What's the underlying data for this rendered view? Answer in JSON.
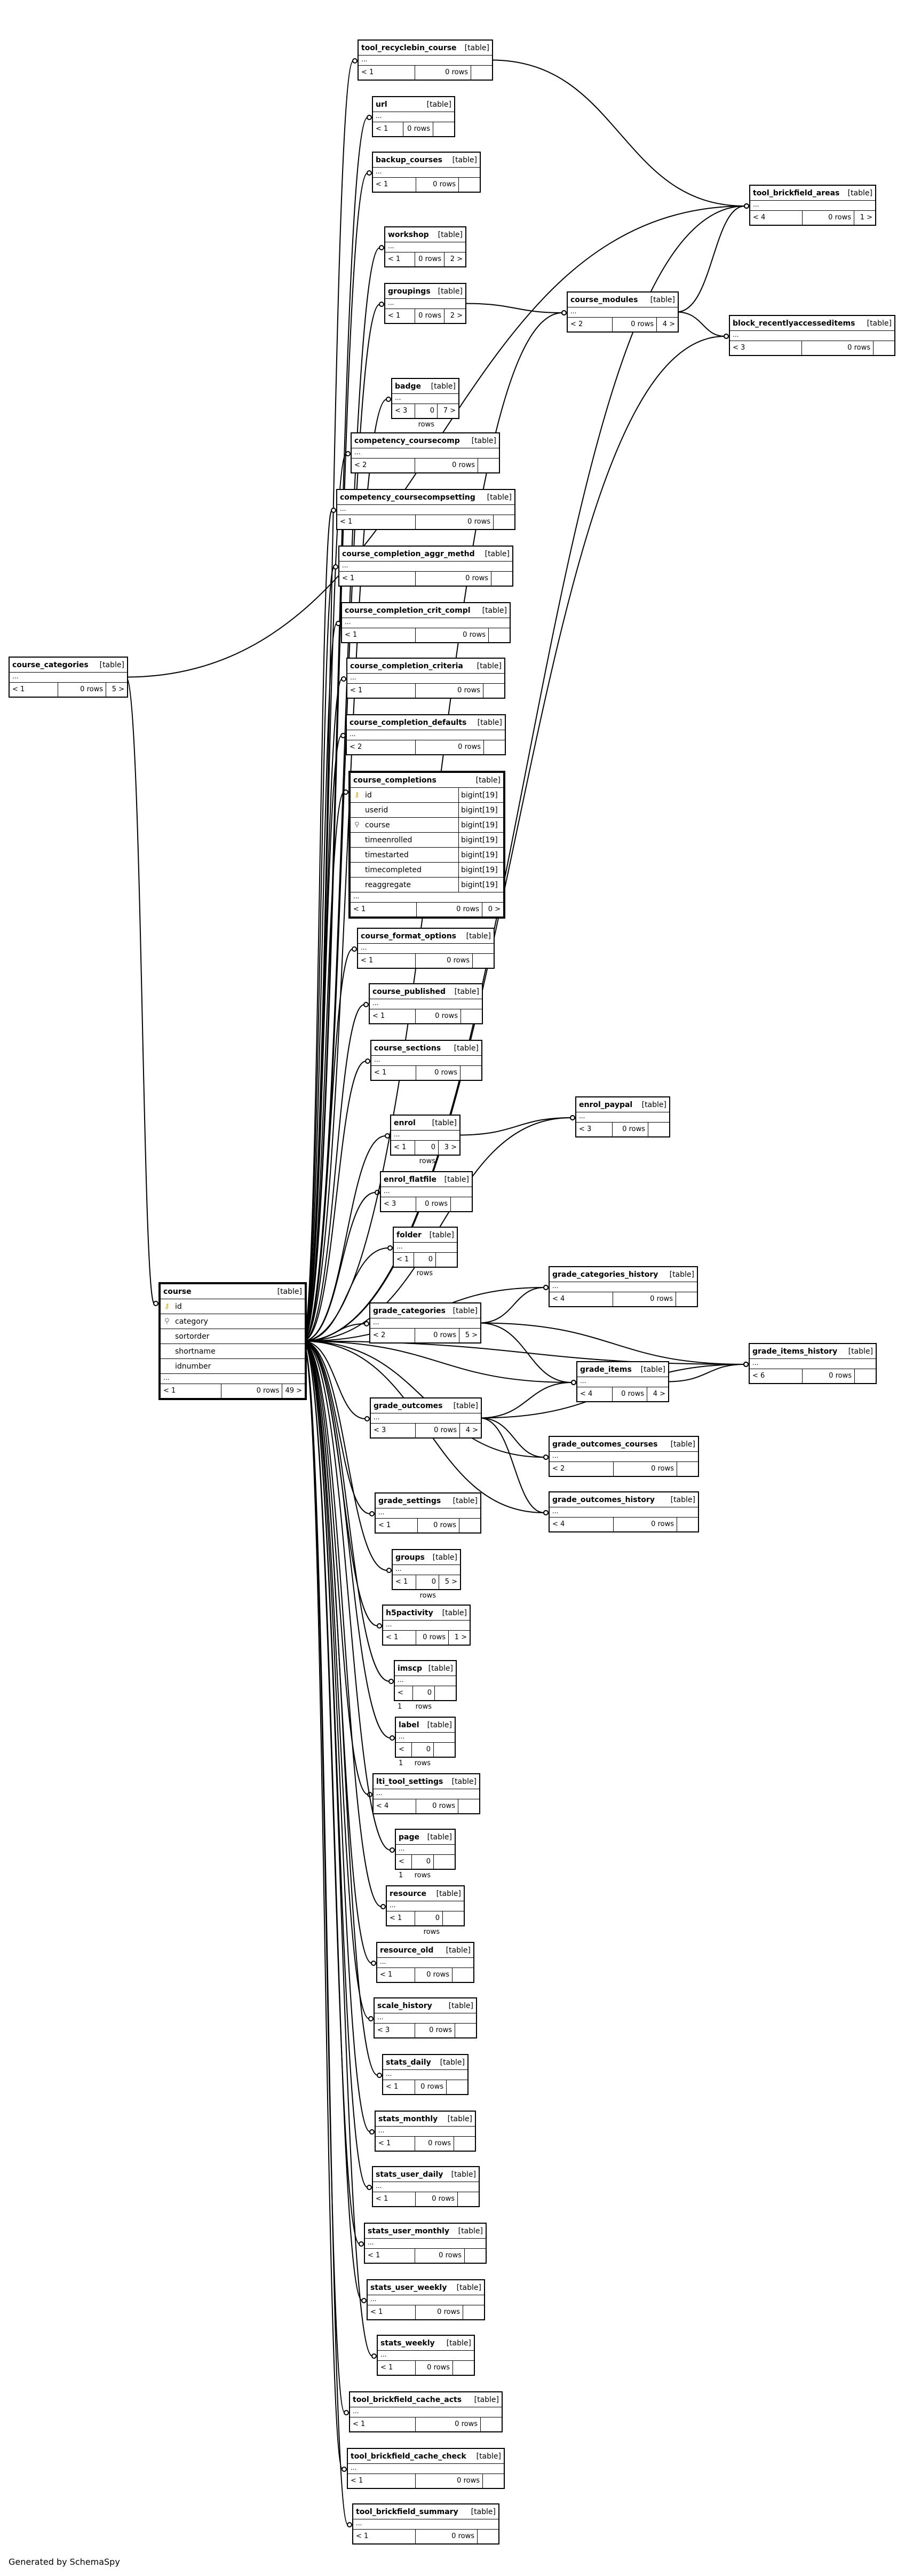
{
  "footer": "Generated by SchemaSpy",
  "table_kind": "[table]",
  "tables": [
    {
      "name": "tool_recyclebin_course",
      "rows": "0 rows",
      "left": "< 1",
      "right": ""
    },
    {
      "name": "url",
      "rows": "0 rows",
      "left": "< 1",
      "right": ""
    },
    {
      "name": "backup_courses",
      "rows": "0 rows",
      "left": "< 1",
      "right": ""
    },
    {
      "name": "tool_brickfield_areas",
      "rows": "0 rows",
      "left": "< 4",
      "right": "1 >"
    },
    {
      "name": "workshop",
      "rows": "0 rows",
      "left": "< 1",
      "right": "2 >"
    },
    {
      "name": "groupings",
      "rows": "0 rows",
      "left": "< 1",
      "right": "2 >"
    },
    {
      "name": "course_modules",
      "rows": "0 rows",
      "left": "< 2",
      "right": "4 >"
    },
    {
      "name": "block_recentlyaccesseditems",
      "rows": "0 rows",
      "left": "< 3",
      "right": ""
    },
    {
      "name": "badge",
      "rows": "0 rows",
      "left": "< 3",
      "right": "7 >"
    },
    {
      "name": "competency_coursecomp",
      "rows": "0 rows",
      "left": "< 2",
      "right": ""
    },
    {
      "name": "competency_coursecompsetting",
      "rows": "0 rows",
      "left": "< 1",
      "right": ""
    },
    {
      "name": "course_completion_aggr_methd",
      "rows": "0 rows",
      "left": "< 1",
      "right": ""
    },
    {
      "name": "course_completion_crit_compl",
      "rows": "0 rows",
      "left": "< 1",
      "right": ""
    },
    {
      "name": "course_categories",
      "rows": "0 rows",
      "left": "< 1",
      "right": "5 >"
    },
    {
      "name": "course_completion_criteria",
      "rows": "0 rows",
      "left": "< 1",
      "right": ""
    },
    {
      "name": "course_completion_defaults",
      "rows": "0 rows",
      "left": "< 2",
      "right": ""
    },
    {
      "name": "course_completions",
      "rows": "0 rows",
      "left": "< 1",
      "right": "0 >"
    },
    {
      "name": "course_format_options",
      "rows": "0 rows",
      "left": "< 1",
      "right": ""
    },
    {
      "name": "course_published",
      "rows": "0 rows",
      "left": "< 1",
      "right": ""
    },
    {
      "name": "course_sections",
      "rows": "0 rows",
      "left": "< 1",
      "right": ""
    },
    {
      "name": "enrol_paypal",
      "rows": "0 rows",
      "left": "< 3",
      "right": ""
    },
    {
      "name": "enrol",
      "rows": "0 rows",
      "left": "< 1",
      "right": "3 >"
    },
    {
      "name": "enrol_flatfile",
      "rows": "0 rows",
      "left": "< 3",
      "right": ""
    },
    {
      "name": "folder",
      "rows": "0 rows",
      "left": "< 1",
      "right": ""
    },
    {
      "name": "grade_categories_history",
      "rows": "0 rows",
      "left": "< 4",
      "right": ""
    },
    {
      "name": "course",
      "rows": "0 rows",
      "left": "< 1",
      "right": "49 >"
    },
    {
      "name": "grade_categories",
      "rows": "0 rows",
      "left": "< 2",
      "right": "5 >"
    },
    {
      "name": "grade_items_history",
      "rows": "0 rows",
      "left": "< 6",
      "right": ""
    },
    {
      "name": "grade_items",
      "rows": "0 rows",
      "left": "< 4",
      "right": "4 >"
    },
    {
      "name": "grade_outcomes",
      "rows": "0 rows",
      "left": "< 3",
      "right": "4 >"
    },
    {
      "name": "grade_outcomes_courses",
      "rows": "0 rows",
      "left": "< 2",
      "right": ""
    },
    {
      "name": "grade_outcomes_history",
      "rows": "0 rows",
      "left": "< 4",
      "right": ""
    },
    {
      "name": "grade_settings",
      "rows": "0 rows",
      "left": "< 1",
      "right": ""
    },
    {
      "name": "groups",
      "rows": "0 rows",
      "left": "< 1",
      "right": "5 >"
    },
    {
      "name": "h5pactivity",
      "rows": "0 rows",
      "left": "< 1",
      "right": "1 >"
    },
    {
      "name": "imscp",
      "rows": "0 rows",
      "left": "< 1",
      "right": ""
    },
    {
      "name": "label",
      "rows": "0 rows",
      "left": "< 1",
      "right": ""
    },
    {
      "name": "lti_tool_settings",
      "rows": "0 rows",
      "left": "< 4",
      "right": ""
    },
    {
      "name": "page",
      "rows": "0 rows",
      "left": "< 1",
      "right": ""
    },
    {
      "name": "resource",
      "rows": "0 rows",
      "left": "< 1",
      "right": ""
    },
    {
      "name": "resource_old",
      "rows": "0 rows",
      "left": "< 1",
      "right": ""
    },
    {
      "name": "scale_history",
      "rows": "0 rows",
      "left": "< 3",
      "right": ""
    },
    {
      "name": "stats_daily",
      "rows": "0 rows",
      "left": "< 1",
      "right": ""
    },
    {
      "name": "stats_monthly",
      "rows": "0 rows",
      "left": "< 1",
      "right": ""
    },
    {
      "name": "stats_user_daily",
      "rows": "0 rows",
      "left": "< 1",
      "right": ""
    },
    {
      "name": "stats_user_monthly",
      "rows": "0 rows",
      "left": "< 1",
      "right": ""
    },
    {
      "name": "stats_user_weekly",
      "rows": "0 rows",
      "left": "< 1",
      "right": ""
    },
    {
      "name": "stats_weekly",
      "rows": "0 rows",
      "left": "< 1",
      "right": ""
    },
    {
      "name": "tool_brickfield_cache_acts",
      "rows": "0 rows",
      "left": "< 1",
      "right": ""
    },
    {
      "name": "tool_brickfield_cache_check",
      "rows": "0 rows",
      "left": "< 1",
      "right": ""
    },
    {
      "name": "tool_brickfield_summary",
      "rows": "0 rows",
      "left": "< 1",
      "right": ""
    }
  ],
  "course_columns": [
    {
      "name": "id",
      "type": "",
      "icon": "key-icon"
    },
    {
      "name": "category",
      "type": "",
      "icon": "fk-icon"
    },
    {
      "name": "sortorder",
      "type": "",
      "icon": ""
    },
    {
      "name": "shortname",
      "type": "",
      "icon": ""
    },
    {
      "name": "idnumber",
      "type": "",
      "icon": ""
    }
  ],
  "completions_columns": [
    {
      "name": "id",
      "type": "bigint[19]",
      "icon": "key-icon"
    },
    {
      "name": "userid",
      "type": "bigint[19]",
      "icon": ""
    },
    {
      "name": "course",
      "type": "bigint[19]",
      "icon": "fk-icon"
    },
    {
      "name": "timeenrolled",
      "type": "bigint[19]",
      "icon": ""
    },
    {
      "name": "timestarted",
      "type": "bigint[19]",
      "icon": ""
    },
    {
      "name": "timecompleted",
      "type": "bigint[19]",
      "icon": ""
    },
    {
      "name": "reaggregate",
      "type": "bigint[19]",
      "icon": ""
    }
  ],
  "ellipsis": "..."
}
